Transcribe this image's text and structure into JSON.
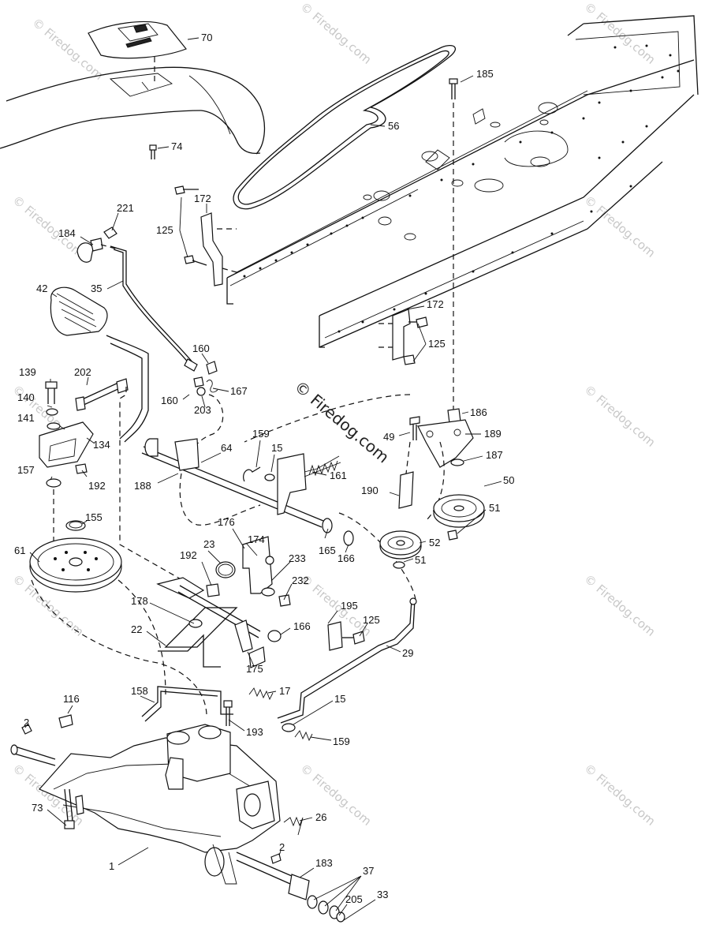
{
  "watermark": {
    "brand": "© Firedog.com"
  },
  "labels": [
    {
      "id": "70",
      "text": "70"
    },
    {
      "id": "185",
      "text": "185"
    },
    {
      "id": "56",
      "text": "56"
    },
    {
      "id": "74",
      "text": "74"
    },
    {
      "id": "221",
      "text": "221"
    },
    {
      "id": "172a",
      "text": "172"
    },
    {
      "id": "184",
      "text": "184"
    },
    {
      "id": "125a",
      "text": "125"
    },
    {
      "id": "35",
      "text": "35"
    },
    {
      "id": "42",
      "text": "42"
    },
    {
      "id": "172b",
      "text": "172"
    },
    {
      "id": "125b",
      "text": "125"
    },
    {
      "id": "160a",
      "text": "160"
    },
    {
      "id": "139",
      "text": "139"
    },
    {
      "id": "202",
      "text": "202"
    },
    {
      "id": "167",
      "text": "167"
    },
    {
      "id": "140",
      "text": "140"
    },
    {
      "id": "160b",
      "text": "160"
    },
    {
      "id": "203",
      "text": "203"
    },
    {
      "id": "186",
      "text": "186"
    },
    {
      "id": "141",
      "text": "141"
    },
    {
      "id": "134",
      "text": "134"
    },
    {
      "id": "49",
      "text": "49"
    },
    {
      "id": "189",
      "text": "189"
    },
    {
      "id": "159a",
      "text": "159"
    },
    {
      "id": "15a",
      "text": "15"
    },
    {
      "id": "64",
      "text": "64"
    },
    {
      "id": "187",
      "text": "187"
    },
    {
      "id": "157",
      "text": "157"
    },
    {
      "id": "192a",
      "text": "192"
    },
    {
      "id": "188",
      "text": "188"
    },
    {
      "id": "161",
      "text": "161"
    },
    {
      "id": "50",
      "text": "50"
    },
    {
      "id": "190",
      "text": "190"
    },
    {
      "id": "155",
      "text": "155"
    },
    {
      "id": "51a",
      "text": "51"
    },
    {
      "id": "176",
      "text": "176"
    },
    {
      "id": "61",
      "text": "61"
    },
    {
      "id": "23",
      "text": "23"
    },
    {
      "id": "174",
      "text": "174"
    },
    {
      "id": "192b",
      "text": "192"
    },
    {
      "id": "165",
      "text": "165"
    },
    {
      "id": "52",
      "text": "52"
    },
    {
      "id": "166a",
      "text": "166"
    },
    {
      "id": "233",
      "text": "233"
    },
    {
      "id": "51b",
      "text": "51"
    },
    {
      "id": "232",
      "text": "232"
    },
    {
      "id": "178",
      "text": "178"
    },
    {
      "id": "195",
      "text": "195"
    },
    {
      "id": "22",
      "text": "22"
    },
    {
      "id": "166b",
      "text": "166"
    },
    {
      "id": "125c",
      "text": "125"
    },
    {
      "id": "29",
      "text": "29"
    },
    {
      "id": "175",
      "text": "175"
    },
    {
      "id": "17",
      "text": "17"
    },
    {
      "id": "116",
      "text": "116"
    },
    {
      "id": "158",
      "text": "158"
    },
    {
      "id": "15b",
      "text": "15"
    },
    {
      "id": "2a",
      "text": "2"
    },
    {
      "id": "193",
      "text": "193"
    },
    {
      "id": "159b",
      "text": "159"
    },
    {
      "id": "73",
      "text": "73"
    },
    {
      "id": "26",
      "text": "26"
    },
    {
      "id": "2b",
      "text": "2"
    },
    {
      "id": "1",
      "text": "1"
    },
    {
      "id": "183",
      "text": "183"
    },
    {
      "id": "37",
      "text": "37"
    },
    {
      "id": "205",
      "text": "205"
    },
    {
      "id": "33",
      "text": "33"
    }
  ]
}
